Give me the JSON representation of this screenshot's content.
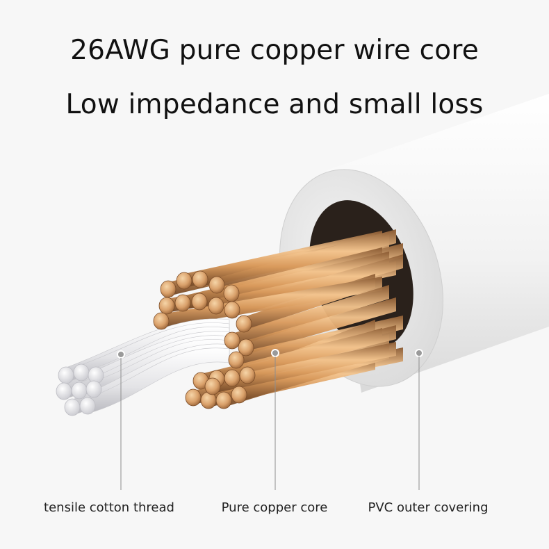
{
  "headline": {
    "line1": "26AWG pure copper wire core",
    "line2": "Low impedance and small loss"
  },
  "callouts": {
    "thread": "tensile cotton thread",
    "copper": "Pure copper core",
    "pvc": "PVC outer covering"
  },
  "colors": {
    "background": "#f7f7f7",
    "copper": "#d99a5c",
    "jacket": "#f2f2f2",
    "thread": "#e4e4e6"
  }
}
